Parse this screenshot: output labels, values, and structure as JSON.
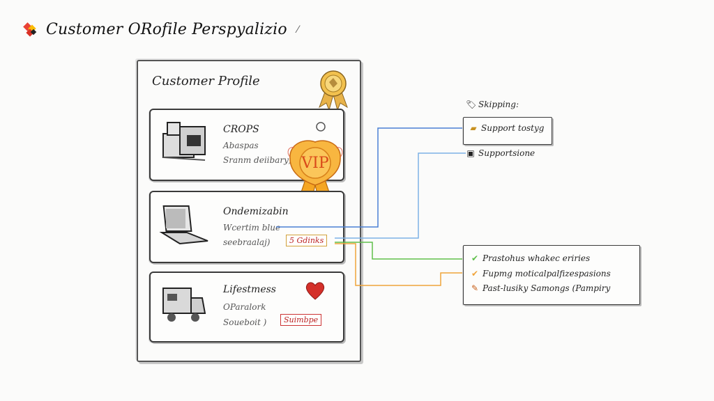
{
  "title": "Customer ORofile Perspyalizio",
  "panel": {
    "title": "Customer Profile",
    "cards": [
      {
        "title": "CROPS",
        "lines": [
          "Abaspas",
          "Sranm deiibary)"
        ]
      },
      {
        "title": "Ondemizabin",
        "lines": [
          "Wcertim blue",
          "seebraalaj)"
        ],
        "tag": "5 Gdinks"
      },
      {
        "title": "Lifestmess",
        "lines": [
          "OParalork",
          "Soueboit )"
        ],
        "tag": "Suimbpe"
      }
    ],
    "vip_badge": "VIP"
  },
  "right_top": {
    "items": [
      {
        "icon": "tag-icon",
        "label": "Skipping:"
      },
      {
        "icon": "folder-icon",
        "label": "Support tostyg"
      },
      {
        "icon": "box-icon",
        "label": "Supportsione"
      }
    ]
  },
  "right_bottom": {
    "items": [
      {
        "icon": "check-icon",
        "label": "Prastohus whakec eriries"
      },
      {
        "icon": "check-icon",
        "label": "Fupmg moticalpalfizespasions"
      },
      {
        "icon": "pencil-icon",
        "label": "Past-lusiky Samongs (Pampiry"
      }
    ]
  },
  "colors": {
    "connector_blue": "#4a7fd4",
    "connector_light_blue": "#7db2e6",
    "connector_green": "#5fbf4a",
    "connector_orange": "#f0a43a",
    "ribbon": "#f5b23a",
    "heart": "#d4302a"
  }
}
